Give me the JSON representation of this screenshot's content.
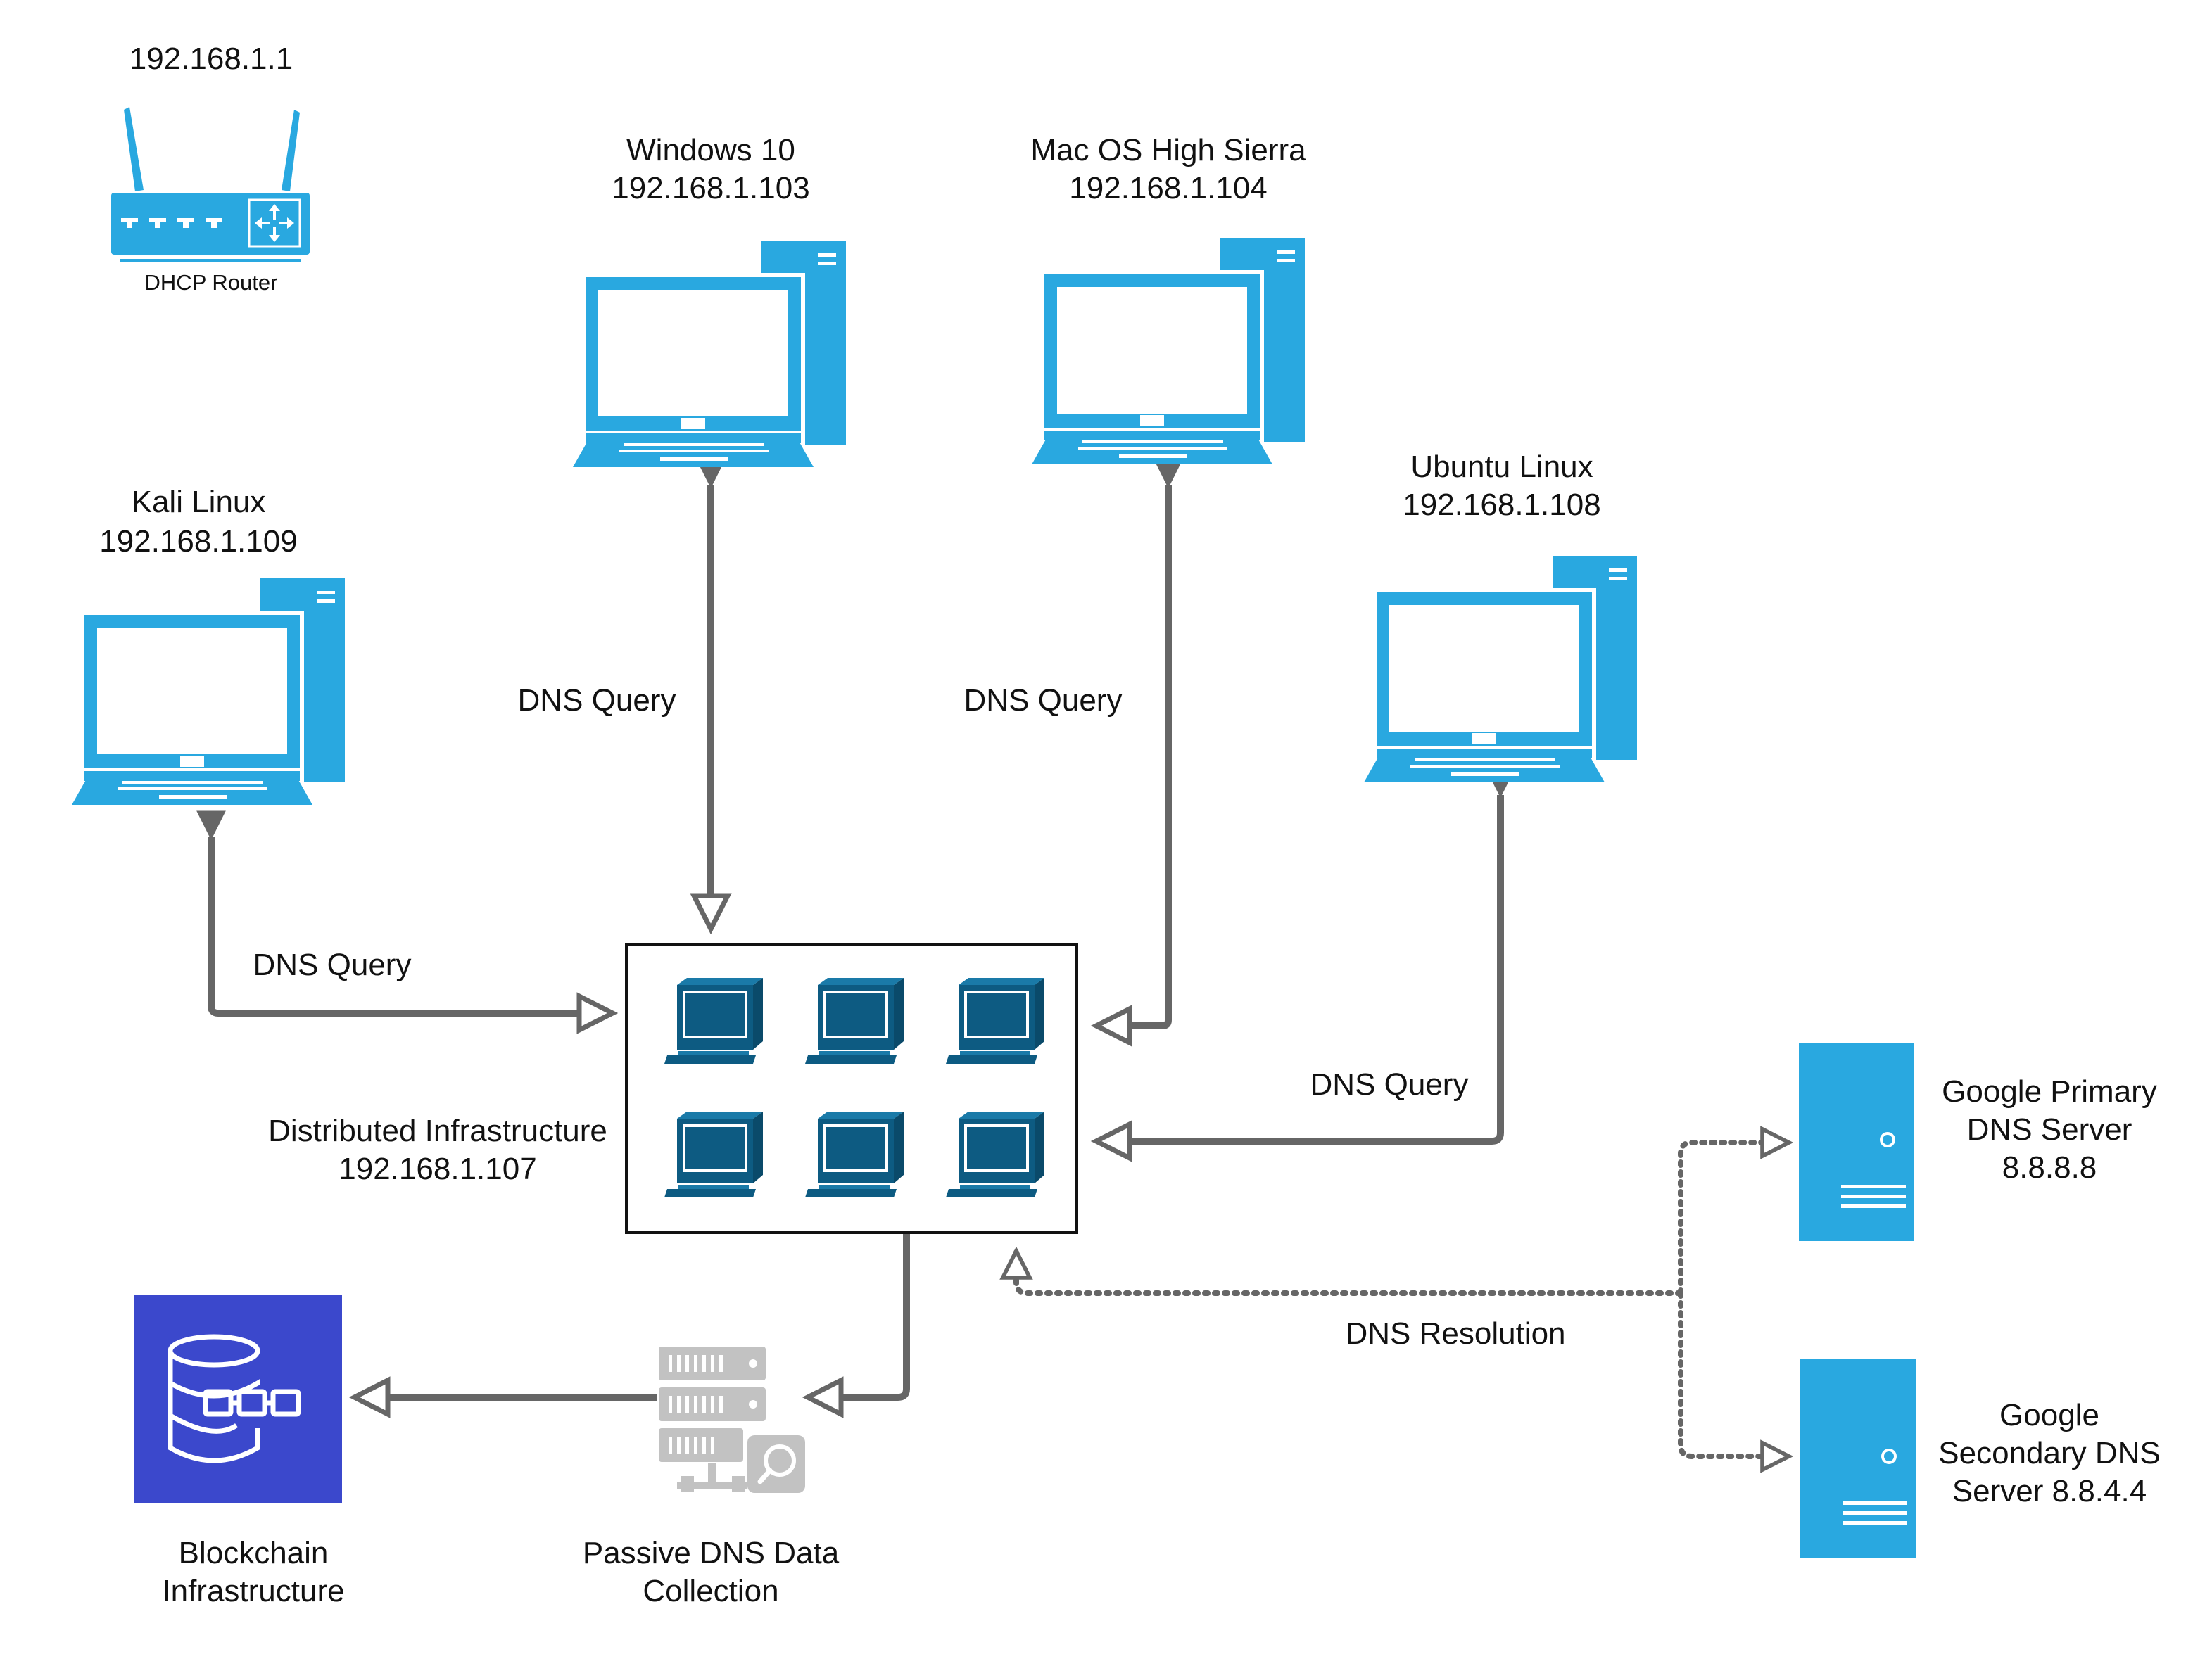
{
  "router": {
    "ip": "192.168.1.1",
    "caption": "DHCP Router"
  },
  "hosts": {
    "windows": {
      "name": "Windows 10",
      "ip": "192.168.1.103"
    },
    "mac": {
      "name": "Mac OS High Sierra",
      "ip": "192.168.1.104"
    },
    "kali": {
      "name": "Kali Linux",
      "ip": "192.168.1.109"
    },
    "ubuntu": {
      "name": "Ubuntu Linux",
      "ip": "192.168.1.108"
    }
  },
  "infrastructure": {
    "name": "Distributed Infrastructure",
    "ip": "192.168.1.107"
  },
  "edges": {
    "windows": "DNS Query",
    "mac": "DNS Query",
    "kali": "DNS Query",
    "ubuntu": "DNS Query",
    "resolution": "DNS Resolution"
  },
  "dns_servers": {
    "primary": [
      "Google Primary",
      "DNS Server",
      "8.8.8.8"
    ],
    "secondary": [
      "Google",
      "Secondary DNS",
      "Server 8.8.4.4"
    ]
  },
  "passive_dns": [
    "Passive DNS Data",
    "Collection"
  ],
  "blockchain": [
    "Blockchain",
    "Infrastructure"
  ],
  "colors": {
    "device_blue": "#29a8e0",
    "workstation_navy": "#0d5b82",
    "blockchain_bg": "#3b48cc",
    "connector": "#666666",
    "passive_icon": "#c2c2c2"
  },
  "icons": [
    "router-icon",
    "desktop-computer-icon",
    "workstation-icon",
    "server-icon",
    "database-chain-icon",
    "server-rack-search-icon"
  ]
}
